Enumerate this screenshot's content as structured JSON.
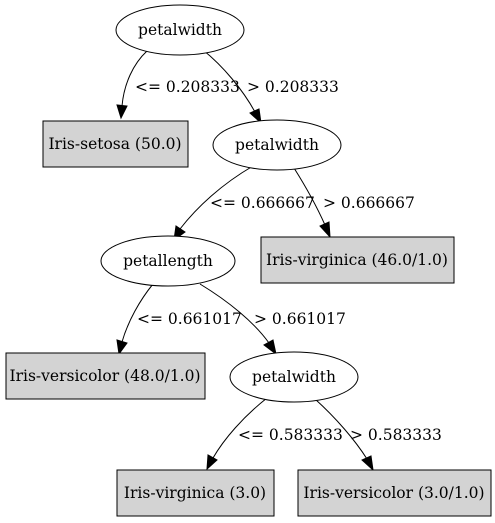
{
  "diagram": {
    "nodes": [
      {
        "id": "n0",
        "label": "petalwidth",
        "shape": "ellipse"
      },
      {
        "id": "n1",
        "label": "Iris-setosa (50.0)",
        "shape": "box"
      },
      {
        "id": "n2",
        "label": "petalwidth",
        "shape": "ellipse"
      },
      {
        "id": "n3",
        "label": "petallength",
        "shape": "ellipse"
      },
      {
        "id": "n4",
        "label": "Iris-virginica (46.0/1.0)",
        "shape": "box"
      },
      {
        "id": "n5",
        "label": "Iris-versicolor (48.0/1.0)",
        "shape": "box"
      },
      {
        "id": "n6",
        "label": "petalwidth",
        "shape": "ellipse"
      },
      {
        "id": "n7",
        "label": "Iris-virginica (3.0)",
        "shape": "box"
      },
      {
        "id": "n8",
        "label": "Iris-versicolor (3.0/1.0)",
        "shape": "box"
      }
    ],
    "edges": [
      {
        "from": "n0",
        "to": "n1",
        "label": "<= 0.208333"
      },
      {
        "from": "n0",
        "to": "n2",
        "label": "> 0.208333"
      },
      {
        "from": "n2",
        "to": "n3",
        "label": "<= 0.666667"
      },
      {
        "from": "n2",
        "to": "n4",
        "label": "> 0.666667"
      },
      {
        "from": "n3",
        "to": "n5",
        "label": "<= 0.661017"
      },
      {
        "from": "n3",
        "to": "n6",
        "label": "> 0.661017"
      },
      {
        "from": "n6",
        "to": "n7",
        "label": "<= 0.583333"
      },
      {
        "from": "n6",
        "to": "n8",
        "label": "> 0.583333"
      }
    ],
    "colors": {
      "leaf_fill": "#d3d3d3",
      "stroke": "#000000",
      "background": "#ffffff"
    }
  }
}
